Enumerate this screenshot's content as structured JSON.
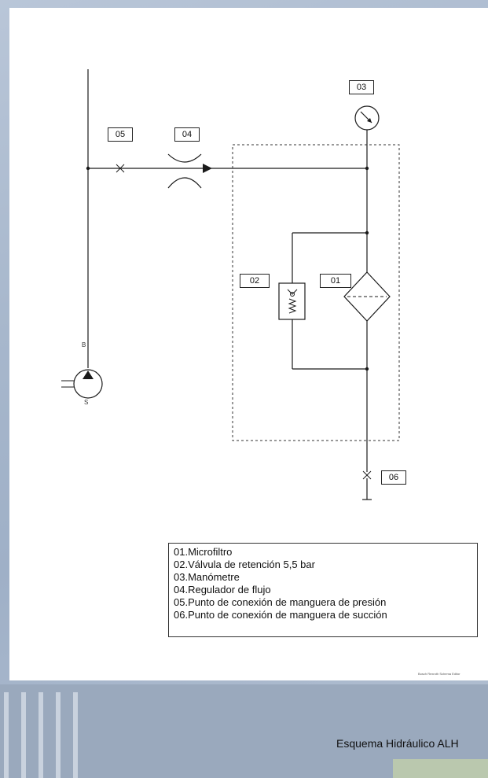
{
  "tags": {
    "t03": "03",
    "t05": "05",
    "t04": "04",
    "t02": "02",
    "t01": "01",
    "t06": "06"
  },
  "pump": {
    "port_b": "B",
    "port_s": "S"
  },
  "legend": {
    "items": [
      "01.Microfiltro",
      "02.Válvula de retención 5,5 bar",
      "03.Manómetre",
      "04.Regulador de flujo",
      "05.Punto de conexión de manguera de presión",
      "06.Punto de conexión de manguera de succión"
    ]
  },
  "credit": "Bosch Rexroth Schema Editor",
  "caption": "Esquema Hidráulico ALH",
  "colors": {
    "line": "#1a1a1a",
    "sheet": "#ffffff",
    "background": "#a9b8cc"
  }
}
